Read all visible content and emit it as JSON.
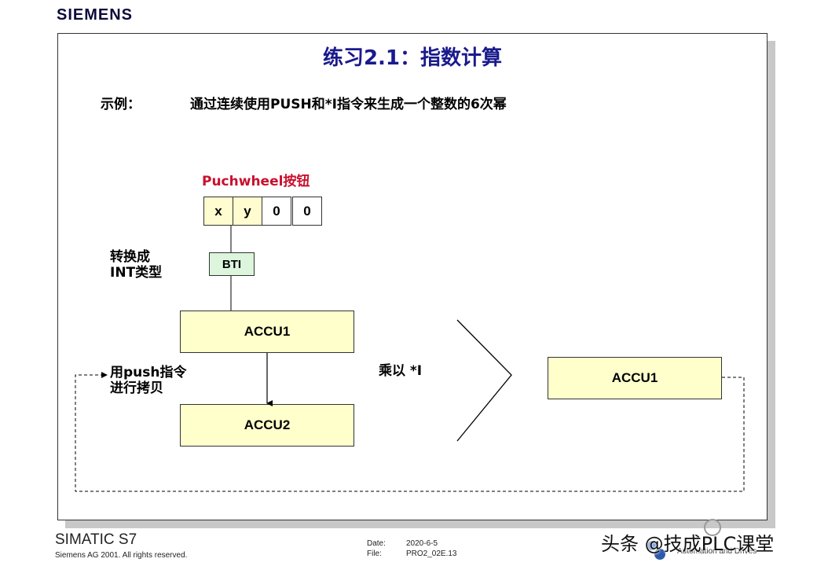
{
  "brand": "SIEMENS",
  "slide": {
    "title": "练习2.1：指数计算",
    "example_label": "示例：",
    "example_text": "通过连续使用PUSH和*I指令来生成一个整数的6次幂",
    "pushwheel_title": "Puchwheel按钮",
    "cells": [
      "x",
      "y",
      "0",
      "0"
    ],
    "bti": "BTI",
    "convert_line1": "转换成",
    "convert_line2": "INT类型",
    "accu1": "ACCU1",
    "accu2": "ACCU2",
    "push_line1": "用push指令",
    "push_line2": "进行拷贝",
    "multiply": "乘以 *I",
    "accu1_right": "ACCU1"
  },
  "footer": {
    "product": "SIMATIC S7",
    "copyright": "Siemens AG 2001. All rights reserved.",
    "date_label": "Date:",
    "date_value": "2020-6-5",
    "file_label": "File:",
    "file_value": "PRO2_02E.13",
    "division": "Automation and Drives"
  },
  "watermark": {
    "text": "头条 @技成PLC课堂"
  },
  "colors": {
    "title": "#1a1a8c",
    "pushwheel_title": "#c8102e",
    "accu_fill": "#ffffcc",
    "bti_fill": "#dcf5dc"
  }
}
